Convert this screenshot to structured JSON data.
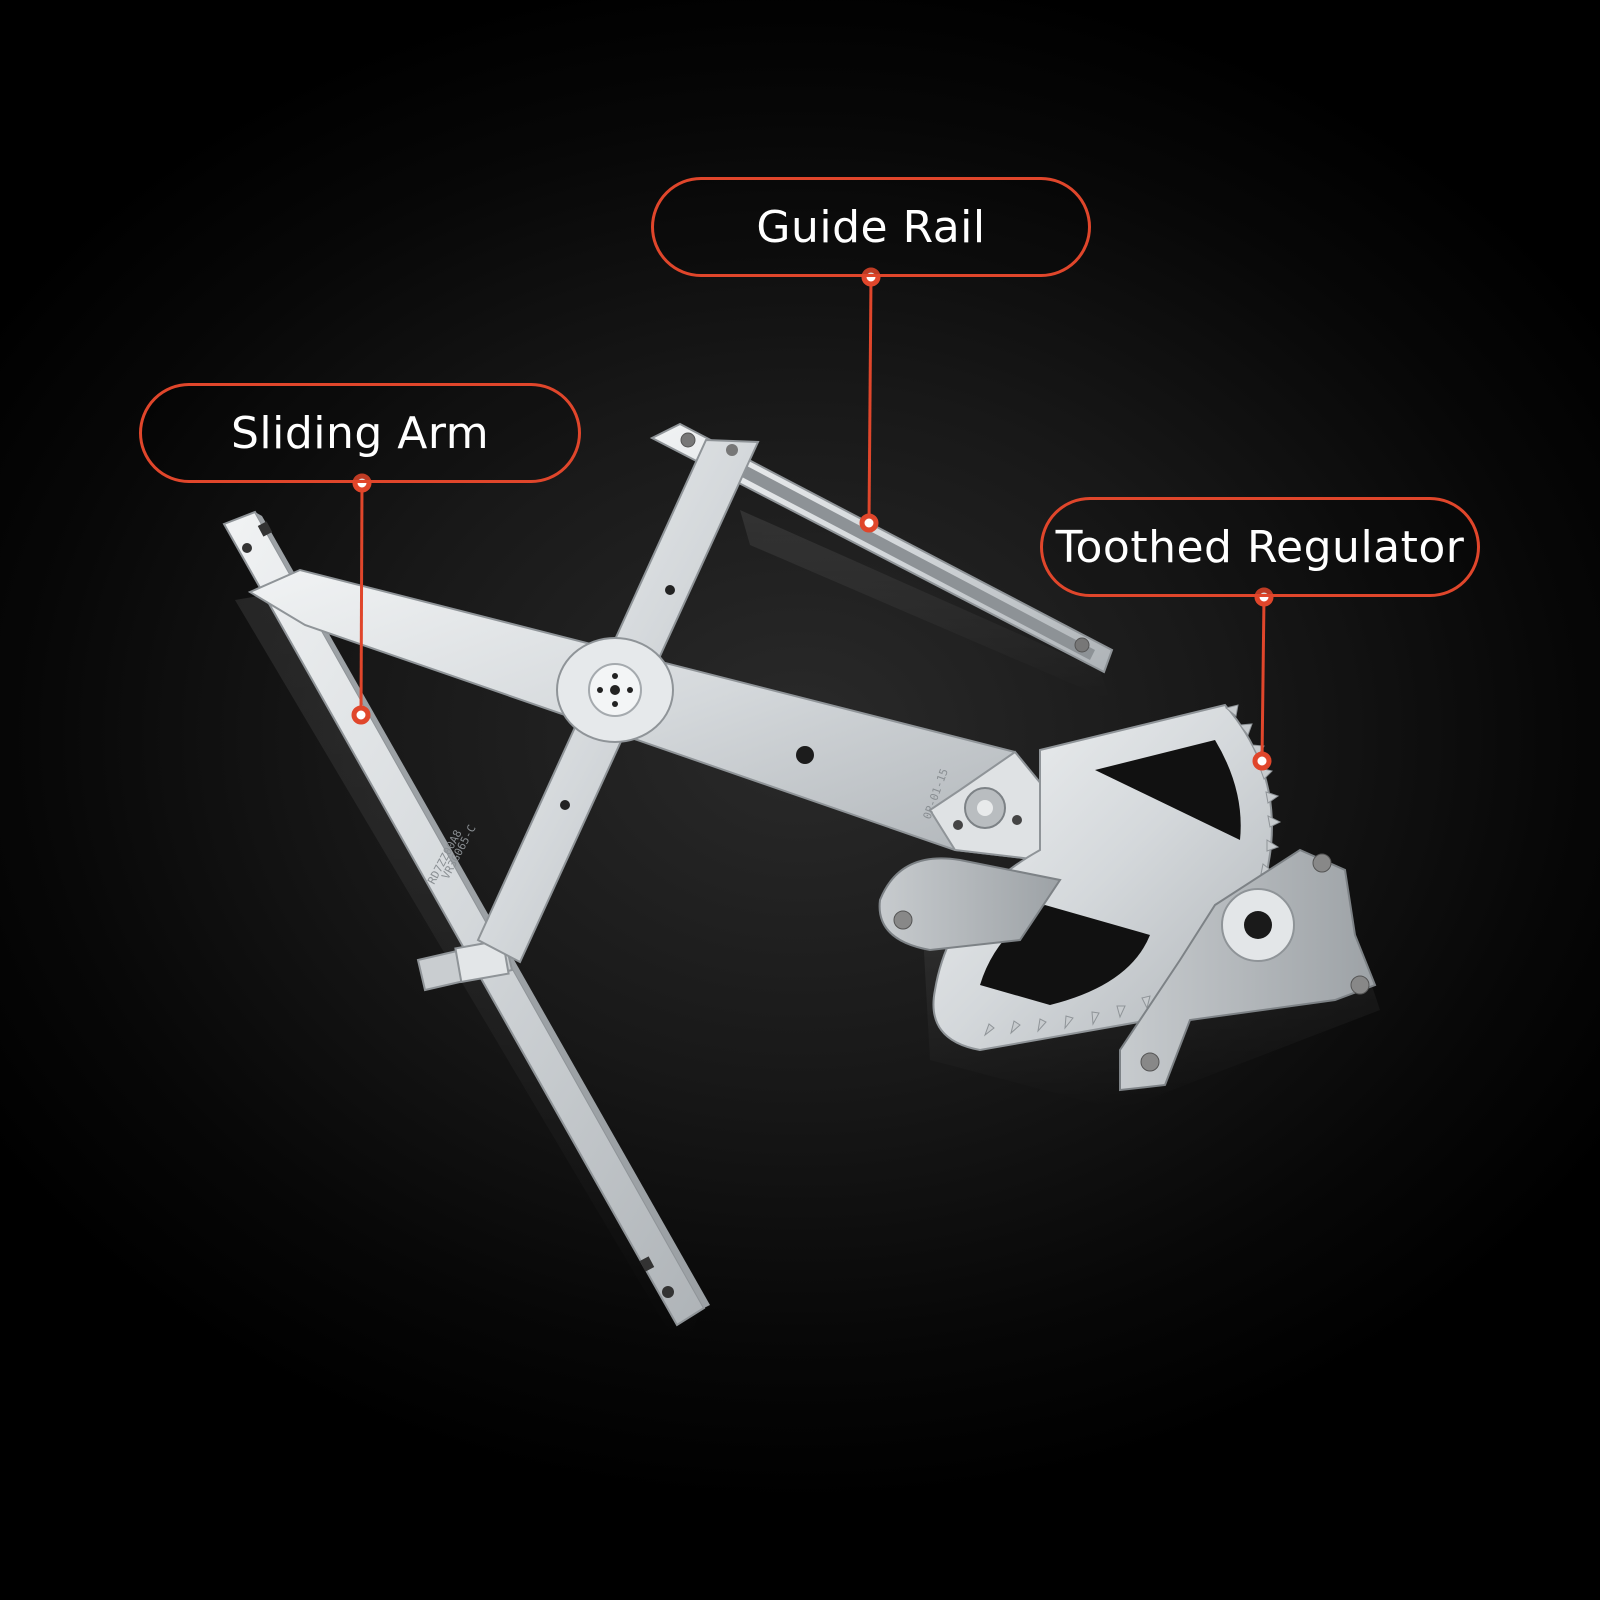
{
  "callouts": {
    "guide_rail": {
      "label": "Guide Rail"
    },
    "sliding_arm": {
      "label": "Sliding Arm"
    },
    "toothed_regulator": {
      "label": "Toothed Regulator"
    }
  },
  "part_markings": {
    "sliding_arm_stamp_1": "RD7ZZ00A8",
    "sliding_arm_stamp_2": "VR3G065-C",
    "arm_stamp": "0P-01-15"
  },
  "colors": {
    "accent": "#e0462b",
    "background": "#000000",
    "metal": "#d9dde0",
    "label_text": "#ffffff"
  }
}
